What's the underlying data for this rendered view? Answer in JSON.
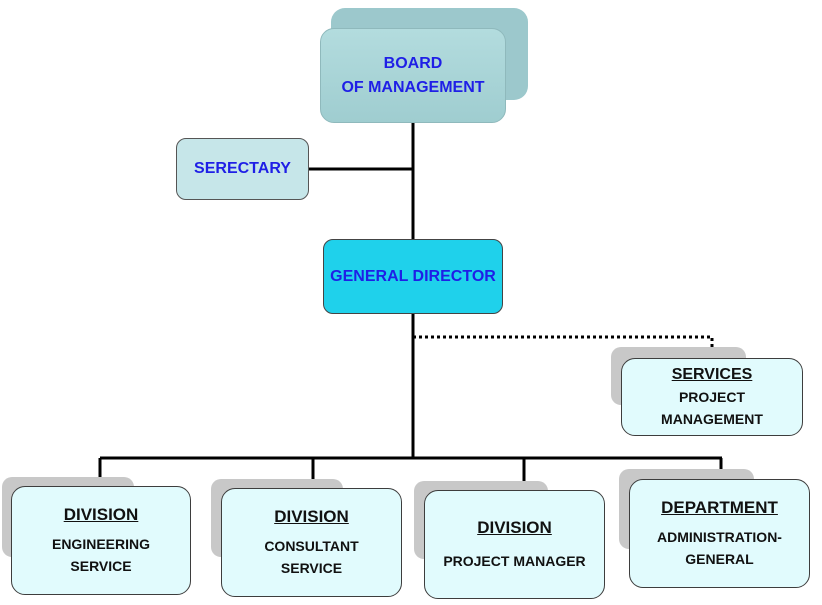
{
  "board": {
    "line1": "BOARD",
    "line2": "OF MANAGEMENT"
  },
  "secretary": {
    "label": "SERECTARY"
  },
  "general_director": {
    "label": "GENERAL DIRECTOR"
  },
  "services": {
    "title": "SERVICES",
    "line1": "PROJECT",
    "line2": "MANAGEMENT"
  },
  "units": [
    {
      "title": "DIVISION",
      "line1": "ENGINEERING",
      "line2": "SERVICE"
    },
    {
      "title": "DIVISION",
      "line1": "CONSULTANT",
      "line2": "SERVICE"
    },
    {
      "title": "DIVISION",
      "line1": "PROJECT MANAGER",
      "line2": ""
    },
    {
      "title": "DEPARTMENT",
      "line1": "ADMINISTRATION-",
      "line2": "GENERAL"
    }
  ],
  "colors": {
    "top_text": "#1f1fe6",
    "box_light": "#e1fbfd",
    "director": "#1ed2ec",
    "board": "#a9d3d6"
  }
}
